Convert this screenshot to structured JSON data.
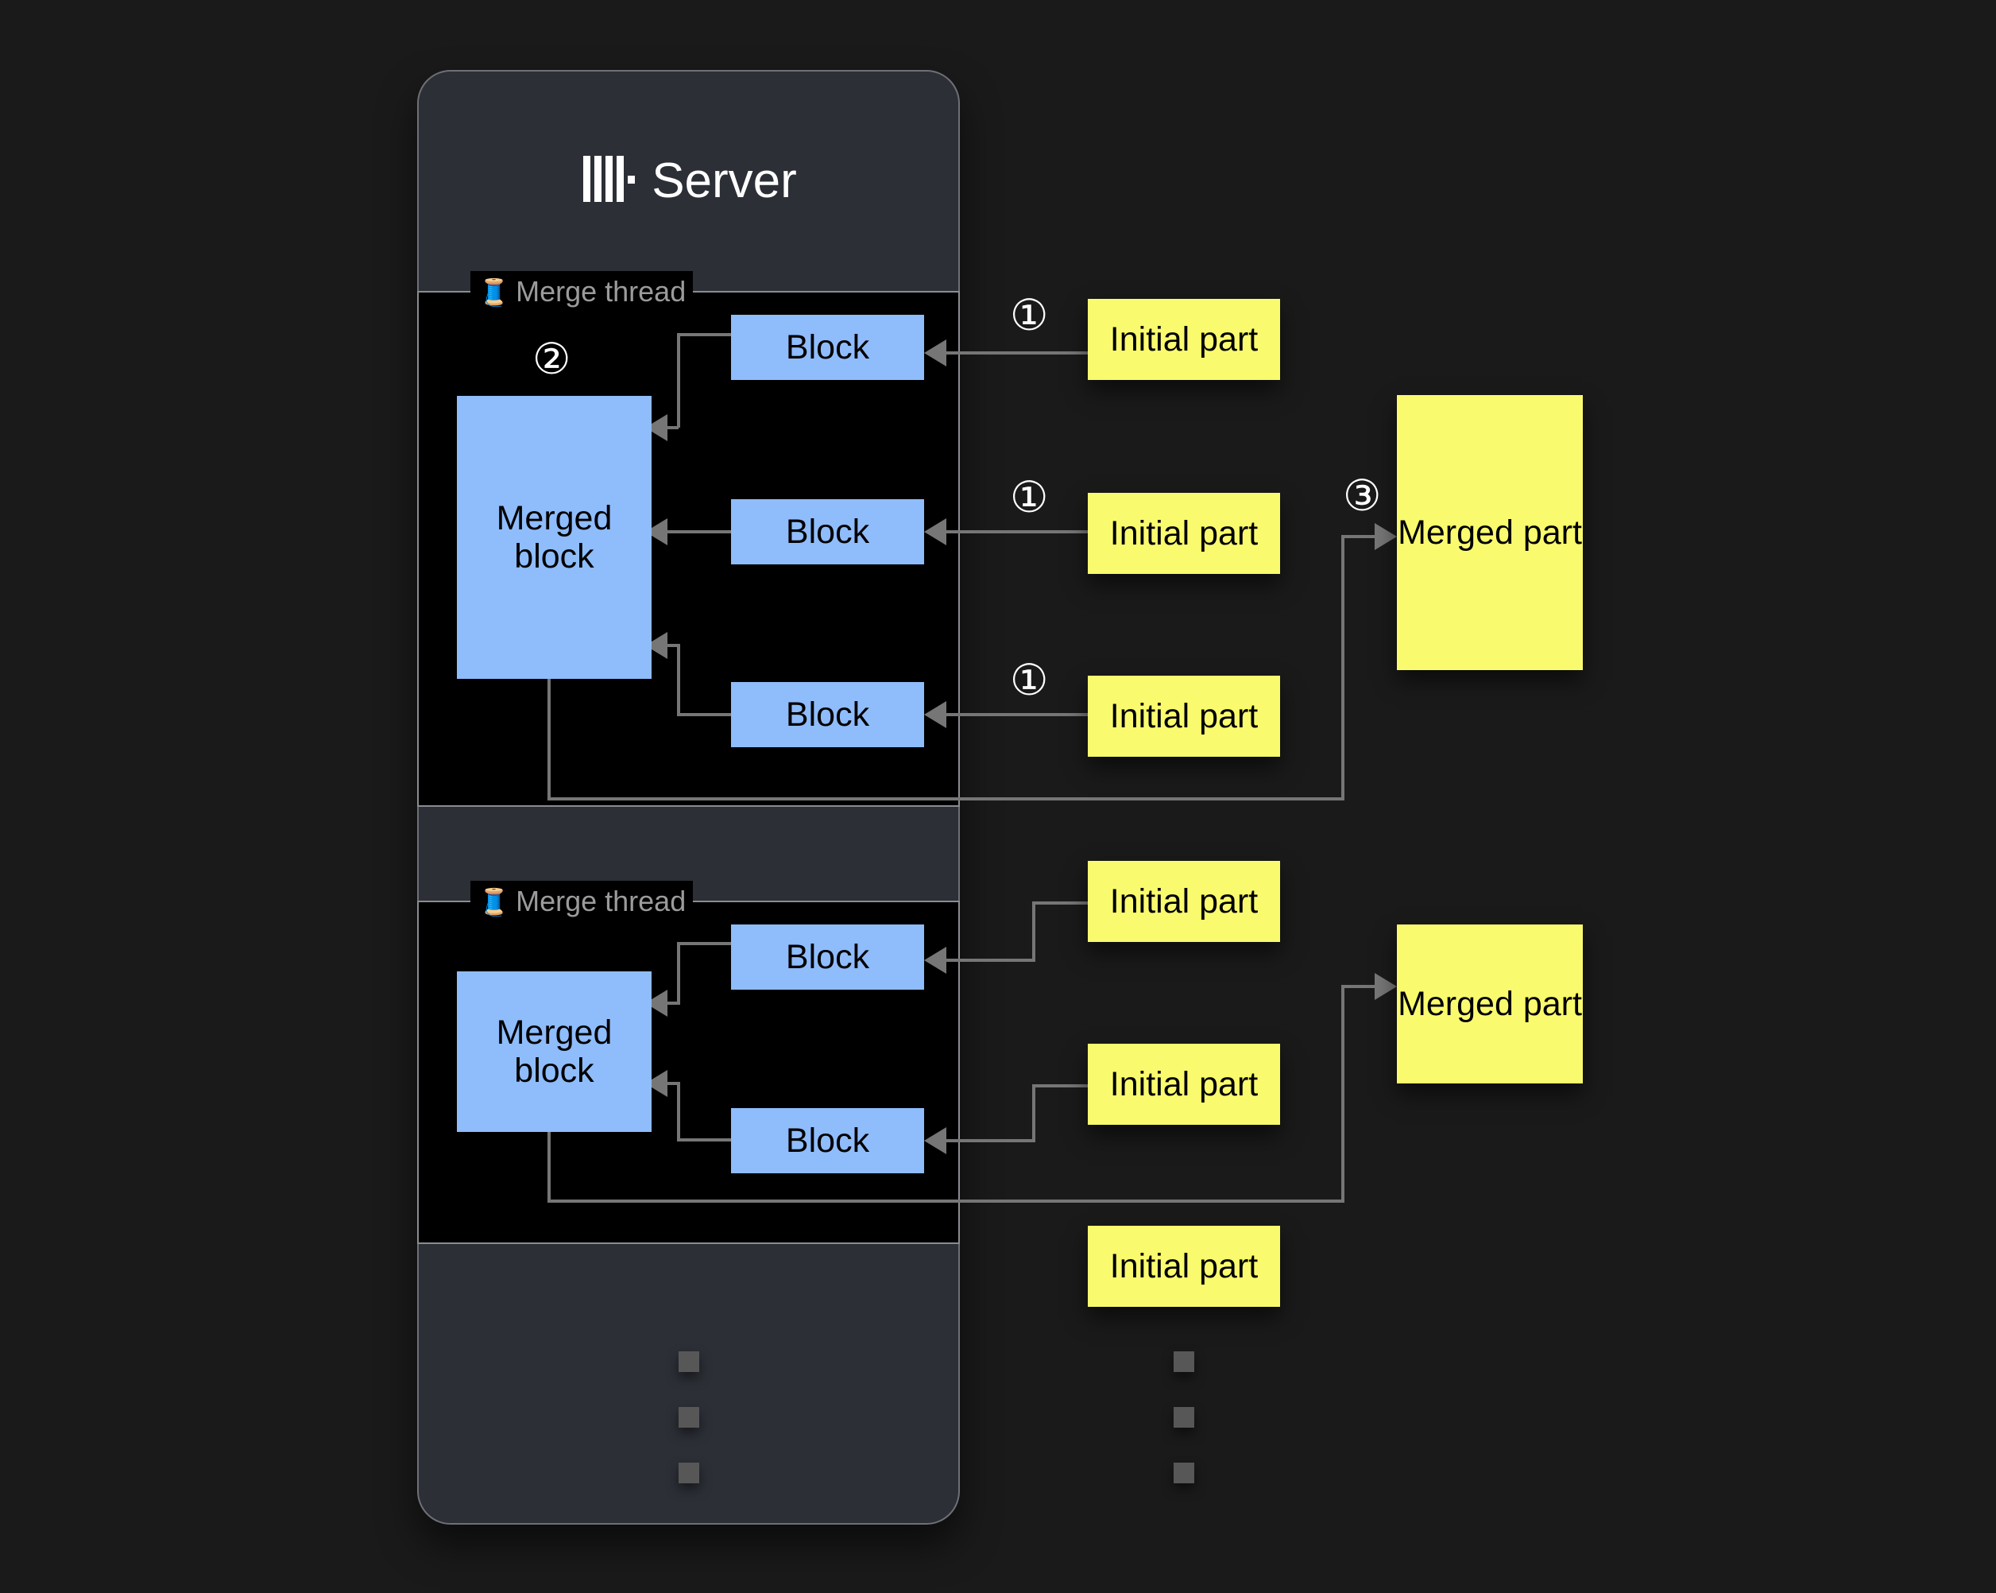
{
  "page": {
    "background_color": "#1a1a1a",
    "accent_blue": "#8fbcfb",
    "accent_yellow": "#fafa6e",
    "connector_color": "#767676"
  },
  "server": {
    "title": "Server",
    "logo_icon": "clickhouse-logo-icon",
    "card_color": "#2c2f36"
  },
  "merge_threads": [
    {
      "label": "Merge thread",
      "icon": "thread-spool-icon",
      "spool_glyph": "🧵",
      "merged_block_label": "Merged block",
      "blocks": [
        "Block",
        "Block",
        "Block"
      ]
    },
    {
      "label": "Merge thread",
      "icon": "thread-spool-icon",
      "spool_glyph": "🧵",
      "merged_block_label": "Merged block",
      "blocks": [
        "Block",
        "Block"
      ]
    }
  ],
  "initial_parts": {
    "group_1": [
      "Initial part",
      "Initial part",
      "Initial part"
    ],
    "group_2": [
      "Initial part",
      "Initial part",
      "Initial part"
    ]
  },
  "merged_parts": {
    "first": "Merged part",
    "second": "Merged part"
  },
  "steps": {
    "one_a": "①",
    "one_b": "①",
    "one_c": "①",
    "two": "②",
    "three": "③"
  },
  "ellipsis": {
    "server_column": [
      "dot",
      "dot",
      "dot"
    ],
    "parts_column": [
      "dot",
      "dot",
      "dot"
    ]
  }
}
